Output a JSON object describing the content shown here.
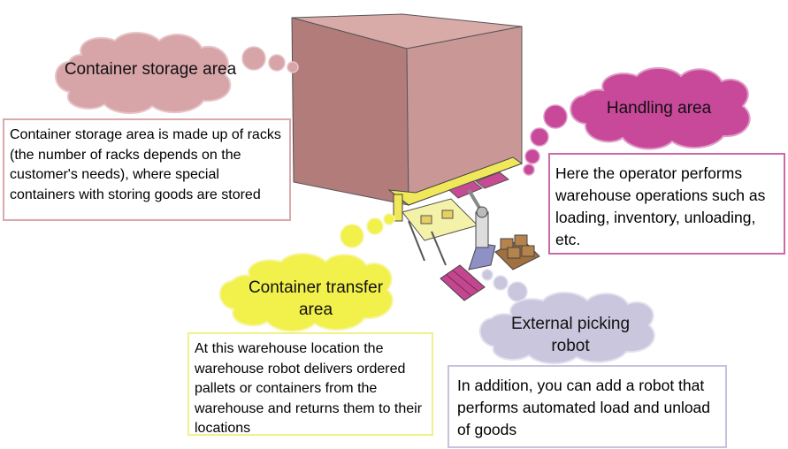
{
  "areas": {
    "storage": {
      "title": "Container storage area",
      "description": "Container storage area is made up of racks (the number of racks depends on the customer's needs), where special containers with storing goods are stored",
      "color": "#d7a4a8"
    },
    "handling": {
      "title": "Handling area",
      "description": "Here the operator performs warehouse operations such as loading, inventory, unloading, etc.",
      "color": "#c8489a"
    },
    "transfer": {
      "title": "Container transfer area",
      "description": "At this warehouse location the warehouse robot delivers ordered pallets or containers from the warehouse and returns them to their locations",
      "color": "#f2f04a"
    },
    "external": {
      "title": "External picking robot",
      "description": "In addition, you can add a robot that performs automated load and unload of goods",
      "color": "#c9c6de"
    }
  },
  "colors": {
    "warehouse_box": "#c79593",
    "conveyor": "#f0e85a",
    "pallet": "#c2478f",
    "robot": "#8f90c6"
  }
}
